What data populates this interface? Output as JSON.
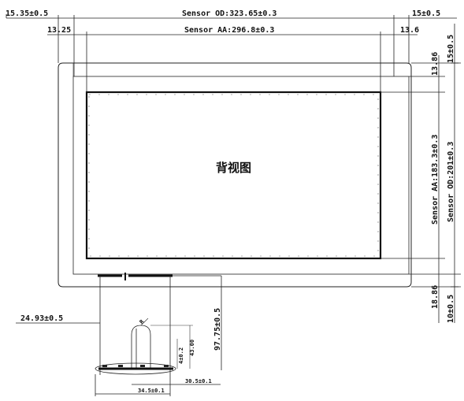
{
  "drawing": {
    "center_label": "背视图",
    "dimensions": {
      "left_margin_top": "15.35±0.5",
      "sensor_od_width": "Sensor OD:323.65±0.3",
      "right_margin_top": "15±0.5",
      "left_aa_offset": "13.25",
      "sensor_aa_width": "Sensor AA:296.8±0.3",
      "right_aa_offset": "13.6",
      "right_top_margin_v": "15±0.5",
      "top_aa_offset_v": "13.86",
      "sensor_aa_height": "Sensor AA:183.3±0.3",
      "sensor_od_height": "Sensor OD:201±0.3",
      "bottom_aa_offset_v": "18.86",
      "bottom_margin_v": "10±0.5",
      "fpc_left_offset": "24.93±0.5",
      "fpc_length": "97.75±0.5",
      "fpc_bend_radius": "R",
      "fpc_small_a": "4±0.2",
      "fpc_small_b": "43.00",
      "fpc_tail_width": "30.5±0.1",
      "fpc_connector_width": "34.5±0.1"
    }
  }
}
